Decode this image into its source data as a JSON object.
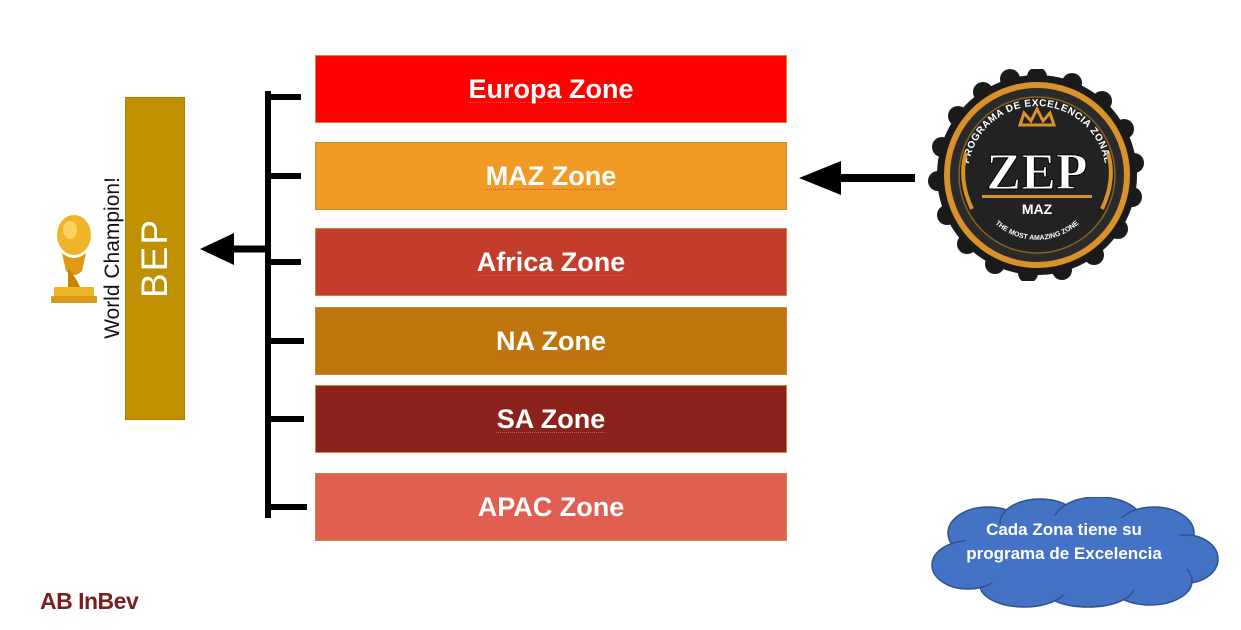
{
  "bep": {
    "label": "BEP",
    "subtitle": "World Champion!"
  },
  "zones": [
    {
      "label": "Europa Zone",
      "color": "#ff0000"
    },
    {
      "label": "MAZ Zone",
      "color": "#f19b26"
    },
    {
      "label": "Africa Zone",
      "color": "#c43c2b"
    },
    {
      "label": "NA Zone",
      "color": "#c0740c"
    },
    {
      "label": "SA Zone",
      "color": "#8b221b"
    },
    {
      "label": "APAC Zone",
      "color": "#e05f51"
    }
  ],
  "zep_badge": {
    "main": "ZEP",
    "top_arc": "PROGRAMA DE EXCELENCIA ZONAL",
    "sub": "MAZ",
    "bottom_arc": "THE MOST AMAZING ZONE"
  },
  "cloud": {
    "text": "Cada Zona tiene su programa de Excelencia",
    "color": "#4472c4"
  },
  "logo": {
    "text": "AB InBev"
  }
}
